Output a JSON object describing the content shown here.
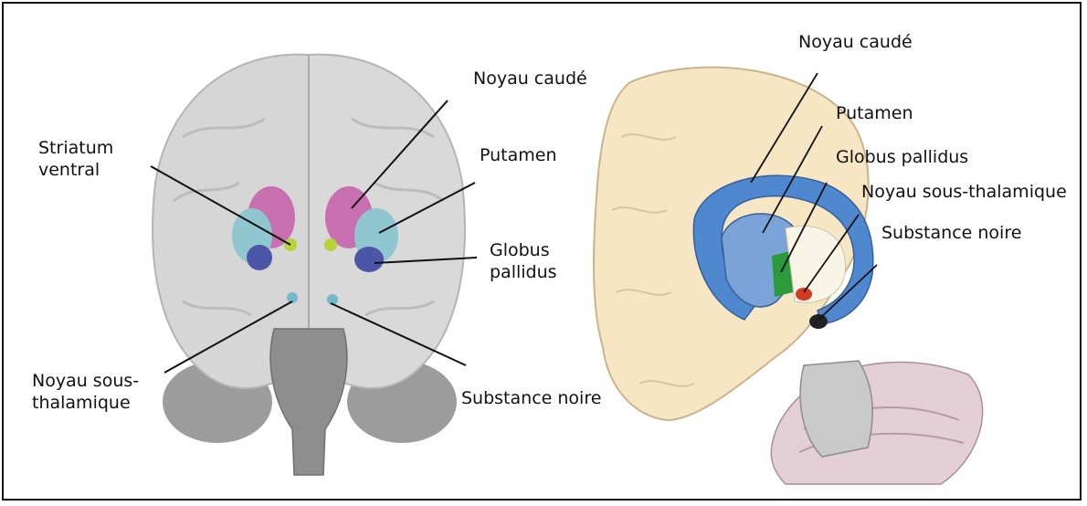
{
  "front_view": {
    "labels": {
      "striatum_ventral_line1": "Striatum",
      "striatum_ventral_line2": "ventral",
      "noyau_caude": "Noyau caudé",
      "putamen": "Putamen",
      "globus_line1": "Globus",
      "globus_line2": "pallidus",
      "noyau_sous_line1": "Noyau sous-",
      "noyau_sous_line2": "thalamique",
      "substance_noire": "Substance noire"
    }
  },
  "side_view": {
    "labels": {
      "noyau_caude": "Noyau caudé",
      "putamen": "Putamen",
      "globus_pallidus": "Globus pallidus",
      "noyau_sous_thalamique": "Noyau sous-thalamique",
      "substance_noire": "Substance noire"
    }
  },
  "colors": {
    "brain_gray": "#cfcfcf",
    "caudate_pink": "#c86fb0",
    "putamen_teal": "#8fc6d0",
    "pallidus_blue": "#4b56a8",
    "ventral_green": "#b6d33a",
    "side_brain_beige": "#f6e6c4",
    "side_caudate_blue": "#4f88cf",
    "side_pallidus_green": "#2a9a3a",
    "subthalamic_red": "#d23a22",
    "cerebellum_mauve": "#e4cfd6"
  }
}
